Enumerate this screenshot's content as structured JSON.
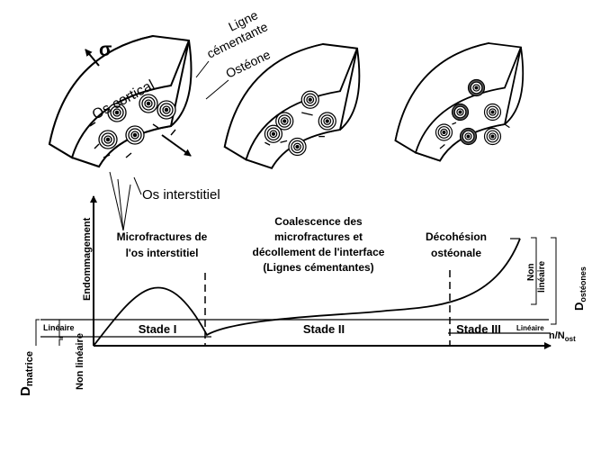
{
  "top_labels": {
    "sigma": "σ",
    "ligne_l1": "Ligne",
    "ligne_l2": "cémentante",
    "osteone": "Ostéone",
    "os_cortical": "Os cortical",
    "os_interstitiel": "Os interstitiel"
  },
  "graph": {
    "y_axis_label": "Endommagement",
    "x_axis_label": "n/N",
    "x_axis_sub": "ost",
    "annotation_1": [
      "Microfractures de",
      "l'os interstitiel"
    ],
    "annotation_2": [
      "Coalescence des",
      "microfractures et",
      "décollement de l'interface",
      "(Lignes cémentantes)"
    ],
    "annotation_3": [
      "Décohésion",
      "ostéonale"
    ],
    "stages": [
      "Stade I",
      "Stade II",
      "Stade III"
    ],
    "left_lineaire": "Linéaire",
    "left_non_lineaire": "Non linéaire",
    "d_matrice_main": "D",
    "d_matrice_sub": "matrice",
    "right_non_l1": "Non",
    "right_non_l2": "linéaire",
    "right_lineaire": "Linéaire",
    "d_osteones_main": "D",
    "d_osteones_sub": "ostéones"
  }
}
